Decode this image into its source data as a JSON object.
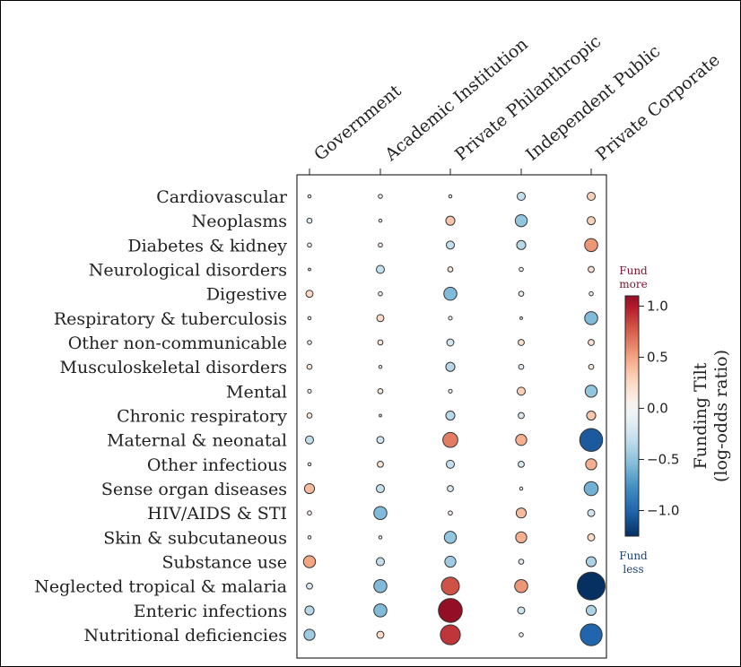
{
  "chart_data": {
    "type": "scatter",
    "subtype": "bubble-matrix",
    "columns": [
      "Government",
      "Academic Institution",
      "Private Philanthropic",
      "Independent Public",
      "Private Corporate"
    ],
    "rows": [
      "Cardiovascular",
      "Neoplasms",
      "Diabetes & kidney",
      "Neurological disorders",
      "Digestive",
      "Respiratory & tuberculosis",
      "Other non-communicable",
      "Musculoskeletal disorders",
      "Mental",
      "Chronic respiratory",
      "Maternal & neonatal",
      "Other infectious",
      "Sense organ diseases",
      "HIV/AIDS & STI",
      "Skin & subcutaneous",
      "Substance use",
      "Neglected tropical & malaria",
      "Enteric infections",
      "Nutritional deficiencies"
    ],
    "values": [
      [
        -0.05,
        -0.1,
        0.05,
        -0.3,
        0.3
      ],
      [
        -0.15,
        -0.05,
        0.35,
        -0.5,
        0.3
      ],
      [
        -0.1,
        0.1,
        -0.3,
        -0.35,
        0.55
      ],
      [
        -0.02,
        -0.3,
        0.15,
        -0.1,
        0.2
      ],
      [
        0.25,
        0.1,
        -0.55,
        -0.15,
        -0.1
      ],
      [
        -0.05,
        0.25,
        -0.08,
        -0.02,
        -0.55
      ],
      [
        -0.1,
        0.15,
        -0.25,
        0.2,
        0.2
      ],
      [
        0.15,
        -0.05,
        -0.35,
        -0.15,
        0.15
      ],
      [
        -0.08,
        0.15,
        -0.08,
        0.3,
        -0.5
      ],
      [
        0.15,
        -0.02,
        -0.35,
        -0.2,
        0.35
      ],
      [
        -0.3,
        -0.25,
        0.65,
        0.45,
        -1.05
      ],
      [
        -0.05,
        0.2,
        -0.3,
        -0.2,
        0.45
      ],
      [
        0.4,
        -0.3,
        -0.2,
        -0.05,
        -0.6
      ],
      [
        0.1,
        -0.55,
        0.1,
        0.4,
        -0.25
      ],
      [
        -0.05,
        -0.05,
        -0.5,
        0.45,
        0.25
      ],
      [
        0.5,
        -0.3,
        -0.45,
        -0.15,
        -0.4
      ],
      [
        -0.2,
        -0.55,
        0.8,
        0.55,
        -1.3
      ],
      [
        -0.35,
        -0.55,
        1.1,
        -0.25,
        -0.4
      ],
      [
        -0.45,
        0.25,
        0.9,
        0.1,
        -1.0
      ]
    ],
    "encoding": "color and circle size both show the funding tilt (log-odds ratio)",
    "colorbar": {
      "title": [
        "Funding Tilt",
        "(log-odds ratio)"
      ],
      "range": [
        -1.25,
        1.1
      ],
      "ticks": [
        1.0,
        0.5,
        0.0,
        -0.5,
        -1.0
      ],
      "tick_labels": [
        "1.0",
        "0.5",
        "0.0",
        "−0.5",
        "−1.0"
      ],
      "top_note": [
        "Fund",
        "more"
      ],
      "bottom_note": [
        "Fund",
        "less"
      ],
      "top_note_color": "#7a1530",
      "bottom_note_color": "#1d3f6e"
    },
    "colormap": "RdBu_r"
  }
}
